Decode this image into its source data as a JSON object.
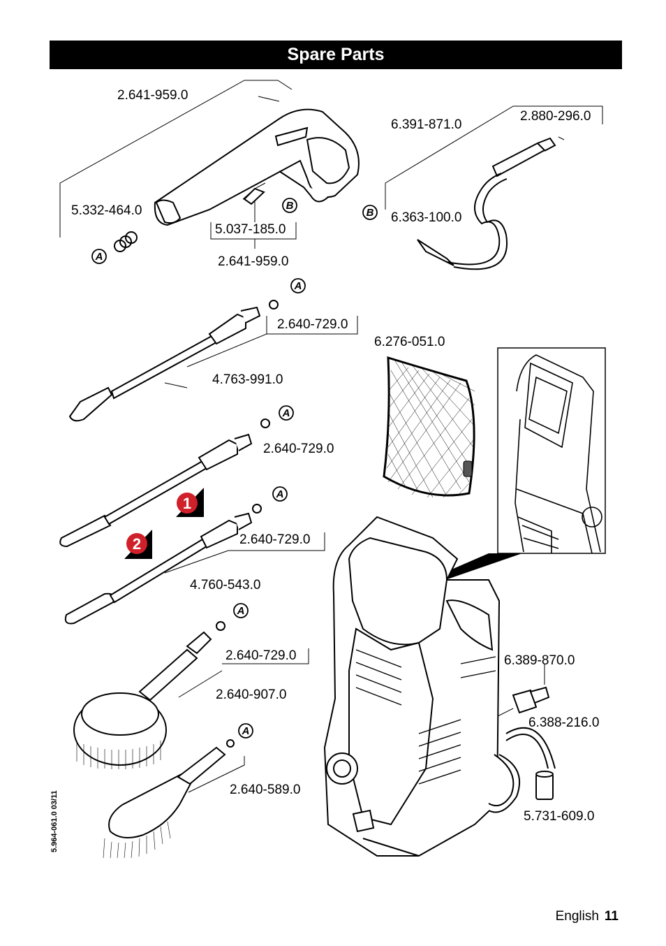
{
  "header": {
    "title": "Spare Parts"
  },
  "parts": {
    "p1": "2.641-959.0",
    "p2": "2.880-296.0",
    "p3": "6.391-871.0",
    "p4": "5.332-464.0",
    "p5": "6.363-100.0",
    "p6": "5.037-185.0",
    "p7": "2.641-959.0",
    "p8": "2.640-729.0",
    "p9": "6.276-051.0",
    "p10": "4.763-991.0",
    "p11": "2.640-729.0",
    "p12": "2.640-729.0",
    "p13": "4.760-543.0",
    "p14": "6.389-870.0",
    "p15": "2.640-729.0",
    "p16": "2.640-907.0",
    "p17": "6.388-216.0",
    "p18": "2.640-589.0",
    "p19": "5.731-609.0"
  },
  "callouts": {
    "a": "A",
    "b": "B",
    "one": "1",
    "two": "2"
  },
  "side_code": "5.964-061.0  03/11",
  "footer": {
    "language": "English",
    "page_number": "11"
  }
}
